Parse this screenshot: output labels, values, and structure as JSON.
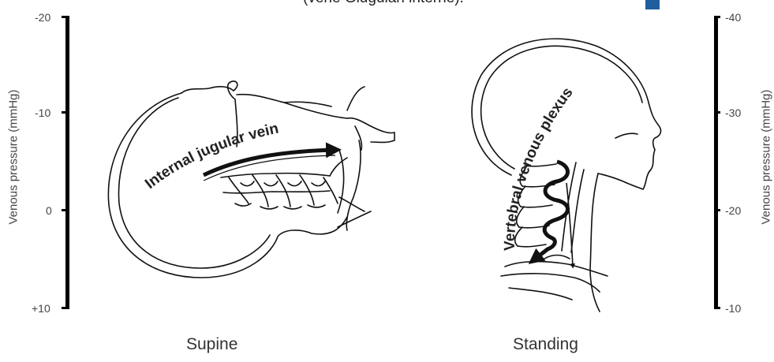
{
  "caption": {
    "top_text": "(vene Giugulari interne)."
  },
  "left_axis": {
    "title": "Venous pressure (mmHg)",
    "ticks": [
      "-20",
      "-10",
      "0",
      "+10"
    ]
  },
  "right_axis": {
    "title": "Venous pressure (mmHg)",
    "ticks": [
      "-40",
      "-30",
      "-20",
      "-10"
    ]
  },
  "panels": {
    "supine": {
      "label": "Supine",
      "vessel": "Internal jugular vein"
    },
    "standing": {
      "label": "Standing",
      "vessel": "Vertebral venous plexus"
    }
  },
  "colors": {
    "accent": "#1f5fa0",
    "line": "#000000"
  }
}
